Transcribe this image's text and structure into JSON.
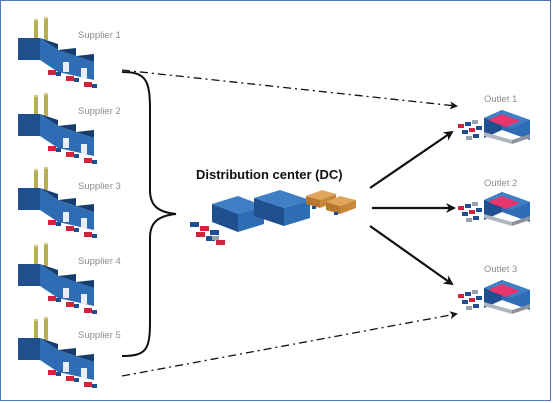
{
  "diagram": {
    "suppliers": [
      {
        "label": "Supplier 1"
      },
      {
        "label": "Supplier 2"
      },
      {
        "label": "Supplier 3"
      },
      {
        "label": "Supplier 4"
      },
      {
        "label": "Supplier 5"
      }
    ],
    "dc": {
      "label": "Distribution center (DC)"
    },
    "outlets": [
      {
        "label": "Outlet 1"
      },
      {
        "label": "Outlet 2"
      },
      {
        "label": "Outlet 3"
      }
    ],
    "colors": {
      "factory": "#1f4f8f",
      "factory_light": "#2e6db4",
      "chimney": "#b8ad57",
      "truck_red": "#d2243d",
      "box_orange": "#c9873c",
      "outlet_pink": "#e8356b",
      "frame": "#4a78b5"
    }
  }
}
